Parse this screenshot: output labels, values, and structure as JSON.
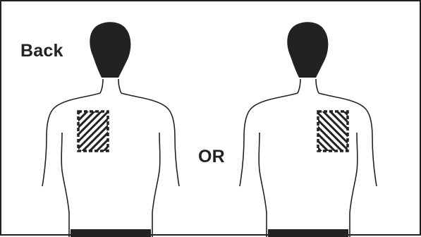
{
  "labels": {
    "back": "Back",
    "or": "OR"
  },
  "figures": [
    {
      "name": "left",
      "patch_hatch": "forward",
      "patch_side": "left-shoulder"
    },
    {
      "name": "right",
      "patch_hatch": "backward",
      "patch_side": "right-shoulder"
    }
  ],
  "colors": {
    "ink": "#222222",
    "background": "#ffffff"
  }
}
